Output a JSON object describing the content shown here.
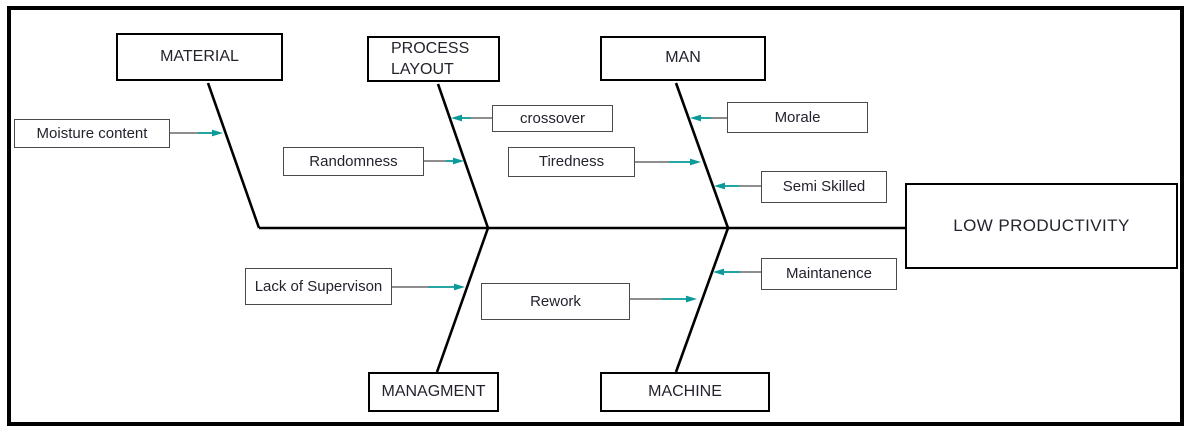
{
  "diagram": {
    "type": "fishbone-cause-and-effect",
    "effect": {
      "label": "LOW PRODUCTIVITY"
    },
    "categories": {
      "material": {
        "label": "MATERIAL",
        "position": "top"
      },
      "process_layout": {
        "label": "PROCESS\nLAYOUT",
        "position": "top"
      },
      "man": {
        "label": "MAN",
        "position": "top"
      },
      "managment": {
        "label": "MANAGMENT",
        "position": "bottom"
      },
      "machine": {
        "label": "MACHINE",
        "position": "bottom"
      }
    },
    "causes": {
      "moisture_content": {
        "label": "Moisture content",
        "category": "MATERIAL"
      },
      "randomness": {
        "label": "Randomness",
        "category": "PROCESS LAYOUT"
      },
      "crossover": {
        "label": "crossover",
        "category": "PROCESS LAYOUT"
      },
      "morale": {
        "label": "Morale",
        "category": "MAN"
      },
      "tiredness": {
        "label": "Tiredness",
        "category": "MAN"
      },
      "semi_skilled": {
        "label": "Semi Skilled",
        "category": "MAN"
      },
      "lack_of_supervison": {
        "label": "Lack of Supervison",
        "category": "MANAGMENT"
      },
      "rework": {
        "label": "Rework",
        "category": "MACHINE"
      },
      "maintanence": {
        "label": "Maintanence",
        "category": "MACHINE"
      }
    },
    "colors": {
      "line": "#000000",
      "arrow": "#0a9a9a",
      "cause_border": "#4a4a4a",
      "text": "#23232e",
      "background": "#ffffff"
    }
  }
}
